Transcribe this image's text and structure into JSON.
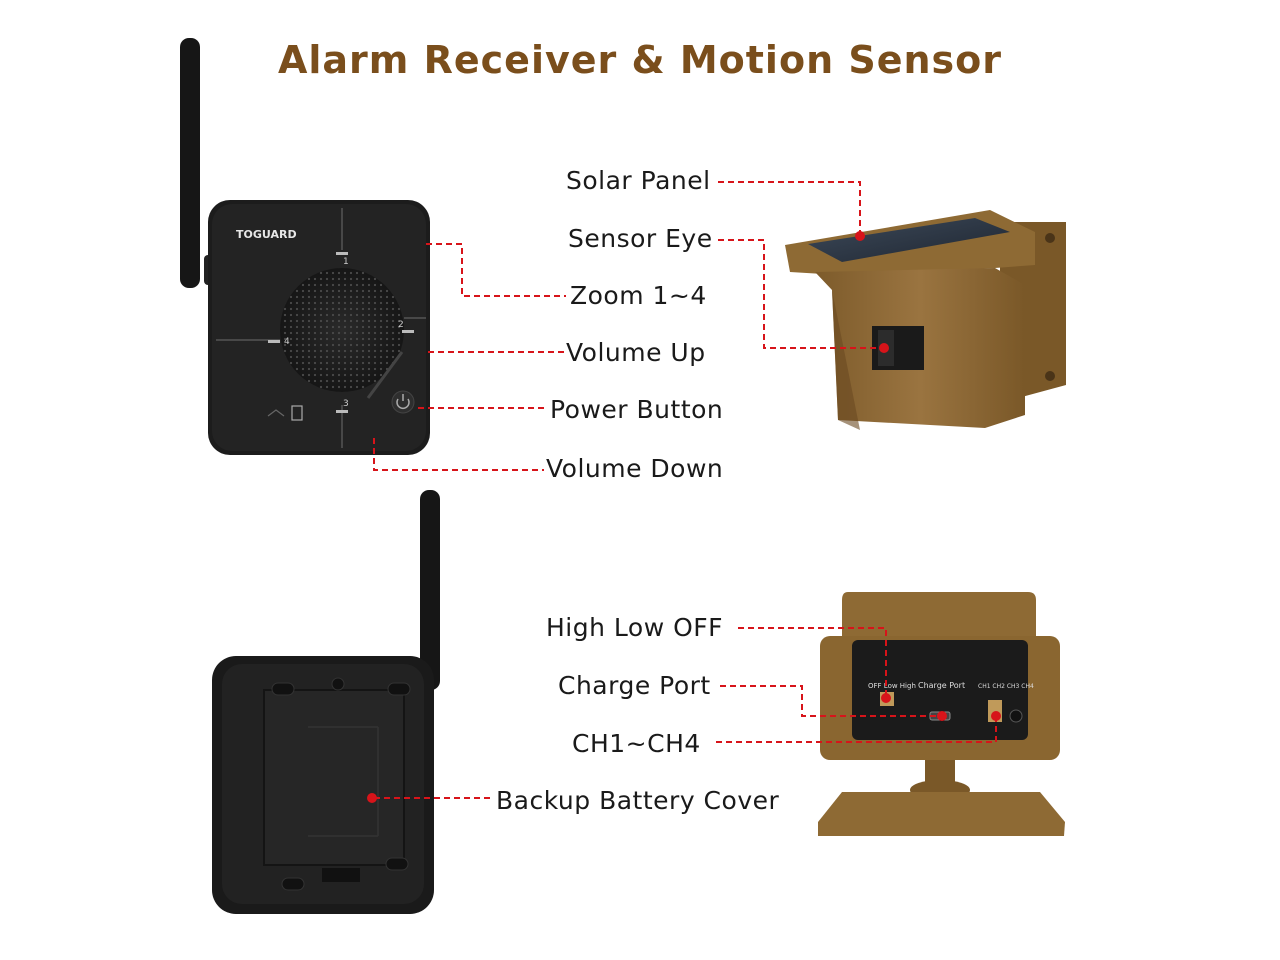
{
  "title": "Alarm Receiver & Motion Sensor",
  "brand": "TOGUARD",
  "zone_numbers": [
    "1",
    "2",
    "3",
    "4"
  ],
  "labels": {
    "solar_panel": "Solar Panel",
    "sensor_eye": "Sensor Eye",
    "zoom": "Zoom 1~4",
    "volume_up": "Volume Up",
    "power_button": "Power Button",
    "volume_down": "Volume Down",
    "high_low_off": "High Low OFF",
    "charge_port": "Charge Port",
    "ch1_ch4": "CH1~CH4",
    "backup_battery_cover": "Backup Battery Cover"
  },
  "sensor_panel_text": {
    "switch1": "OFF  Low  High",
    "port": "Charge   Port",
    "switch2": "CH1 CH2 CH3 CH4"
  },
  "colors": {
    "title": "#7a4e1c",
    "leader": "#d7141a",
    "device": "#1c1c1c",
    "sensor": "#8e6a34"
  }
}
